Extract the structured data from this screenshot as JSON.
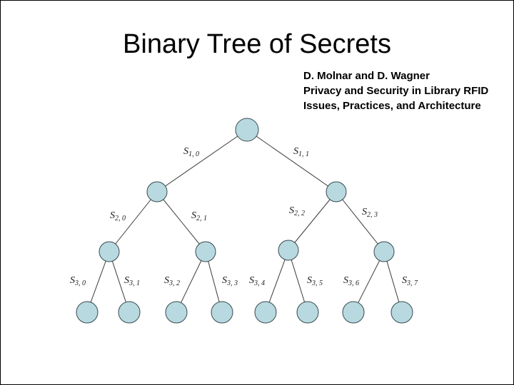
{
  "slide": {
    "title": "Binary Tree of Secrets",
    "attribution_lines": [
      "D. Molnar and D. Wagner",
      "Privacy and Security in Library RFID",
      "Issues, Practices, and Architecture"
    ]
  },
  "diagram": {
    "type": "binary-tree",
    "levels": 4,
    "node_count": 15,
    "edge_labels": [
      {
        "base": "S",
        "sub": "1, 0"
      },
      {
        "base": "S",
        "sub": "1, 1"
      },
      {
        "base": "S",
        "sub": "2, 0"
      },
      {
        "base": "S",
        "sub": "2, 1"
      },
      {
        "base": "S",
        "sub": "2, 2"
      },
      {
        "base": "S",
        "sub": "2, 3"
      },
      {
        "base": "S",
        "sub": "3, 0"
      },
      {
        "base": "S",
        "sub": "3, 1"
      },
      {
        "base": "S",
        "sub": "3, 2"
      },
      {
        "base": "S",
        "sub": "3, 3"
      },
      {
        "base": "S",
        "sub": "3, 4"
      },
      {
        "base": "S",
        "sub": "3, 5"
      },
      {
        "base": "S",
        "sub": "3, 6"
      },
      {
        "base": "S",
        "sub": "3, 7"
      }
    ],
    "colors": {
      "node_fill": "#b7d9df",
      "node_stroke": "#3a4a50",
      "edge": "#3a3a3a",
      "label": "#1a1a1a"
    }
  }
}
